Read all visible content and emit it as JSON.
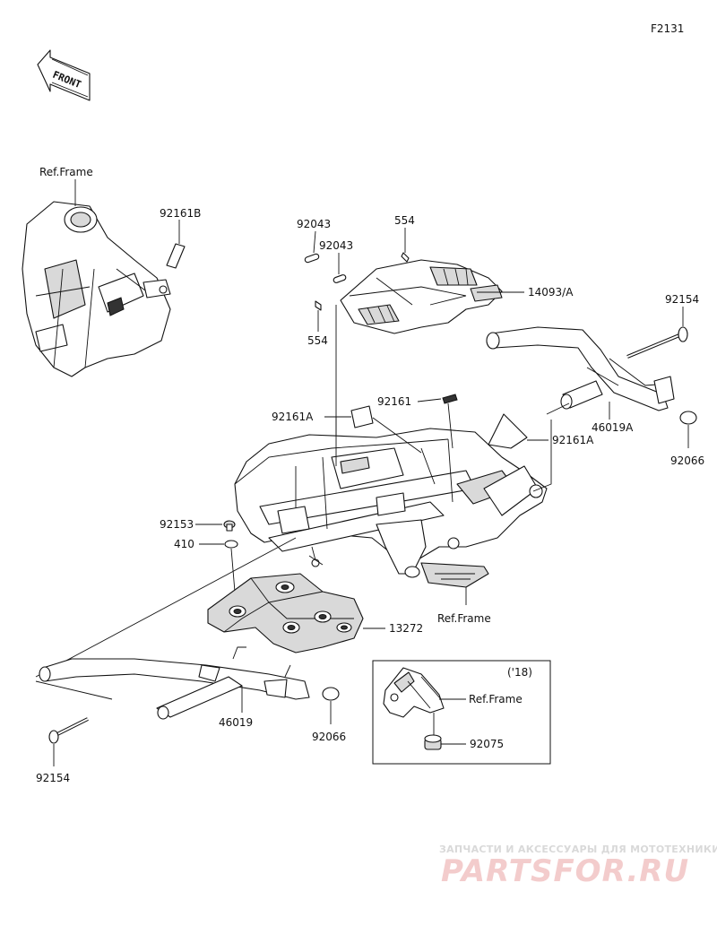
{
  "figure_code": "F2131",
  "front_badge": "FRONT",
  "labels": {
    "ref_frame_top": "Ref.Frame",
    "p92161B": "92161B",
    "p92043_a": "92043",
    "p92043_b": "92043",
    "p554_top": "554",
    "p554_left": "554",
    "p14093A": "14093/A",
    "p92154_right": "92154",
    "p92161": "92161",
    "p92161A_left": "92161A",
    "p92161A_right": "92161A",
    "p46019A": "46019A",
    "p92066_right": "92066",
    "p92153": "92153",
    "p410": "410",
    "p13272": "13272",
    "ref_frame_mid": "Ref.Frame",
    "p46019": "46019",
    "p92066_bottom": "92066",
    "p92154_bottom": "92154",
    "inset_year": "('18)",
    "ref_frame_inset": "Ref.Frame",
    "p92075": "92075"
  },
  "watermark": {
    "tagline": "ЗАПЧАСТИ И АКСЕССУАРЫ ДЛЯ МОТОТЕХНИКИ",
    "logo": "PARTSFOR.RU"
  }
}
